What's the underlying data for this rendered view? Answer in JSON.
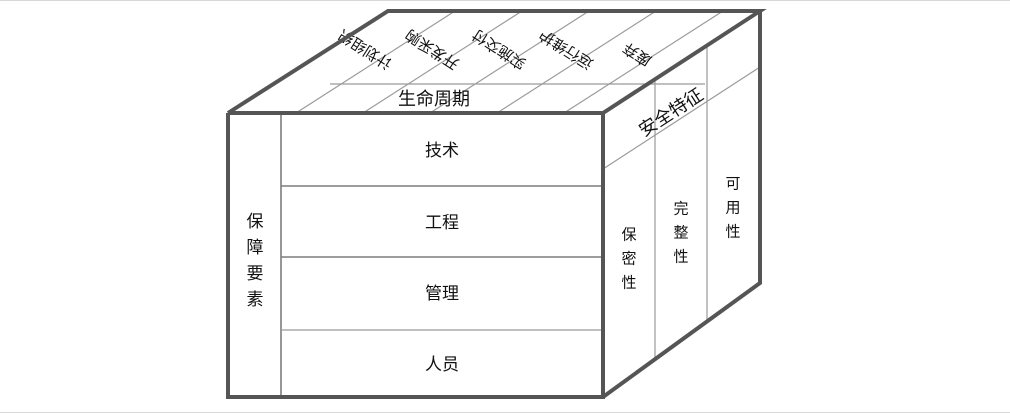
{
  "diagram": {
    "type": "3d-cube-model",
    "title_visible": false,
    "axes": {
      "top": {
        "label": "生命周期",
        "name": "lifecycle-axis",
        "items": [
          "计划组织",
          "开发采购",
          "实施交付",
          "运行维护",
          "废弃"
        ]
      },
      "left": {
        "label": "保障要素",
        "name": "assurance-elements-axis",
        "items": [
          "技术",
          "工程",
          "管理",
          "人员"
        ]
      },
      "right": {
        "label": "安全特征",
        "name": "security-attributes-axis",
        "items": [
          "保密性",
          "完整性",
          "可用性"
        ]
      }
    },
    "colors": {
      "background": "#ffffff",
      "outer_edge": "#555555",
      "inner_line": "#9a9a9a",
      "text": "#111111"
    }
  }
}
